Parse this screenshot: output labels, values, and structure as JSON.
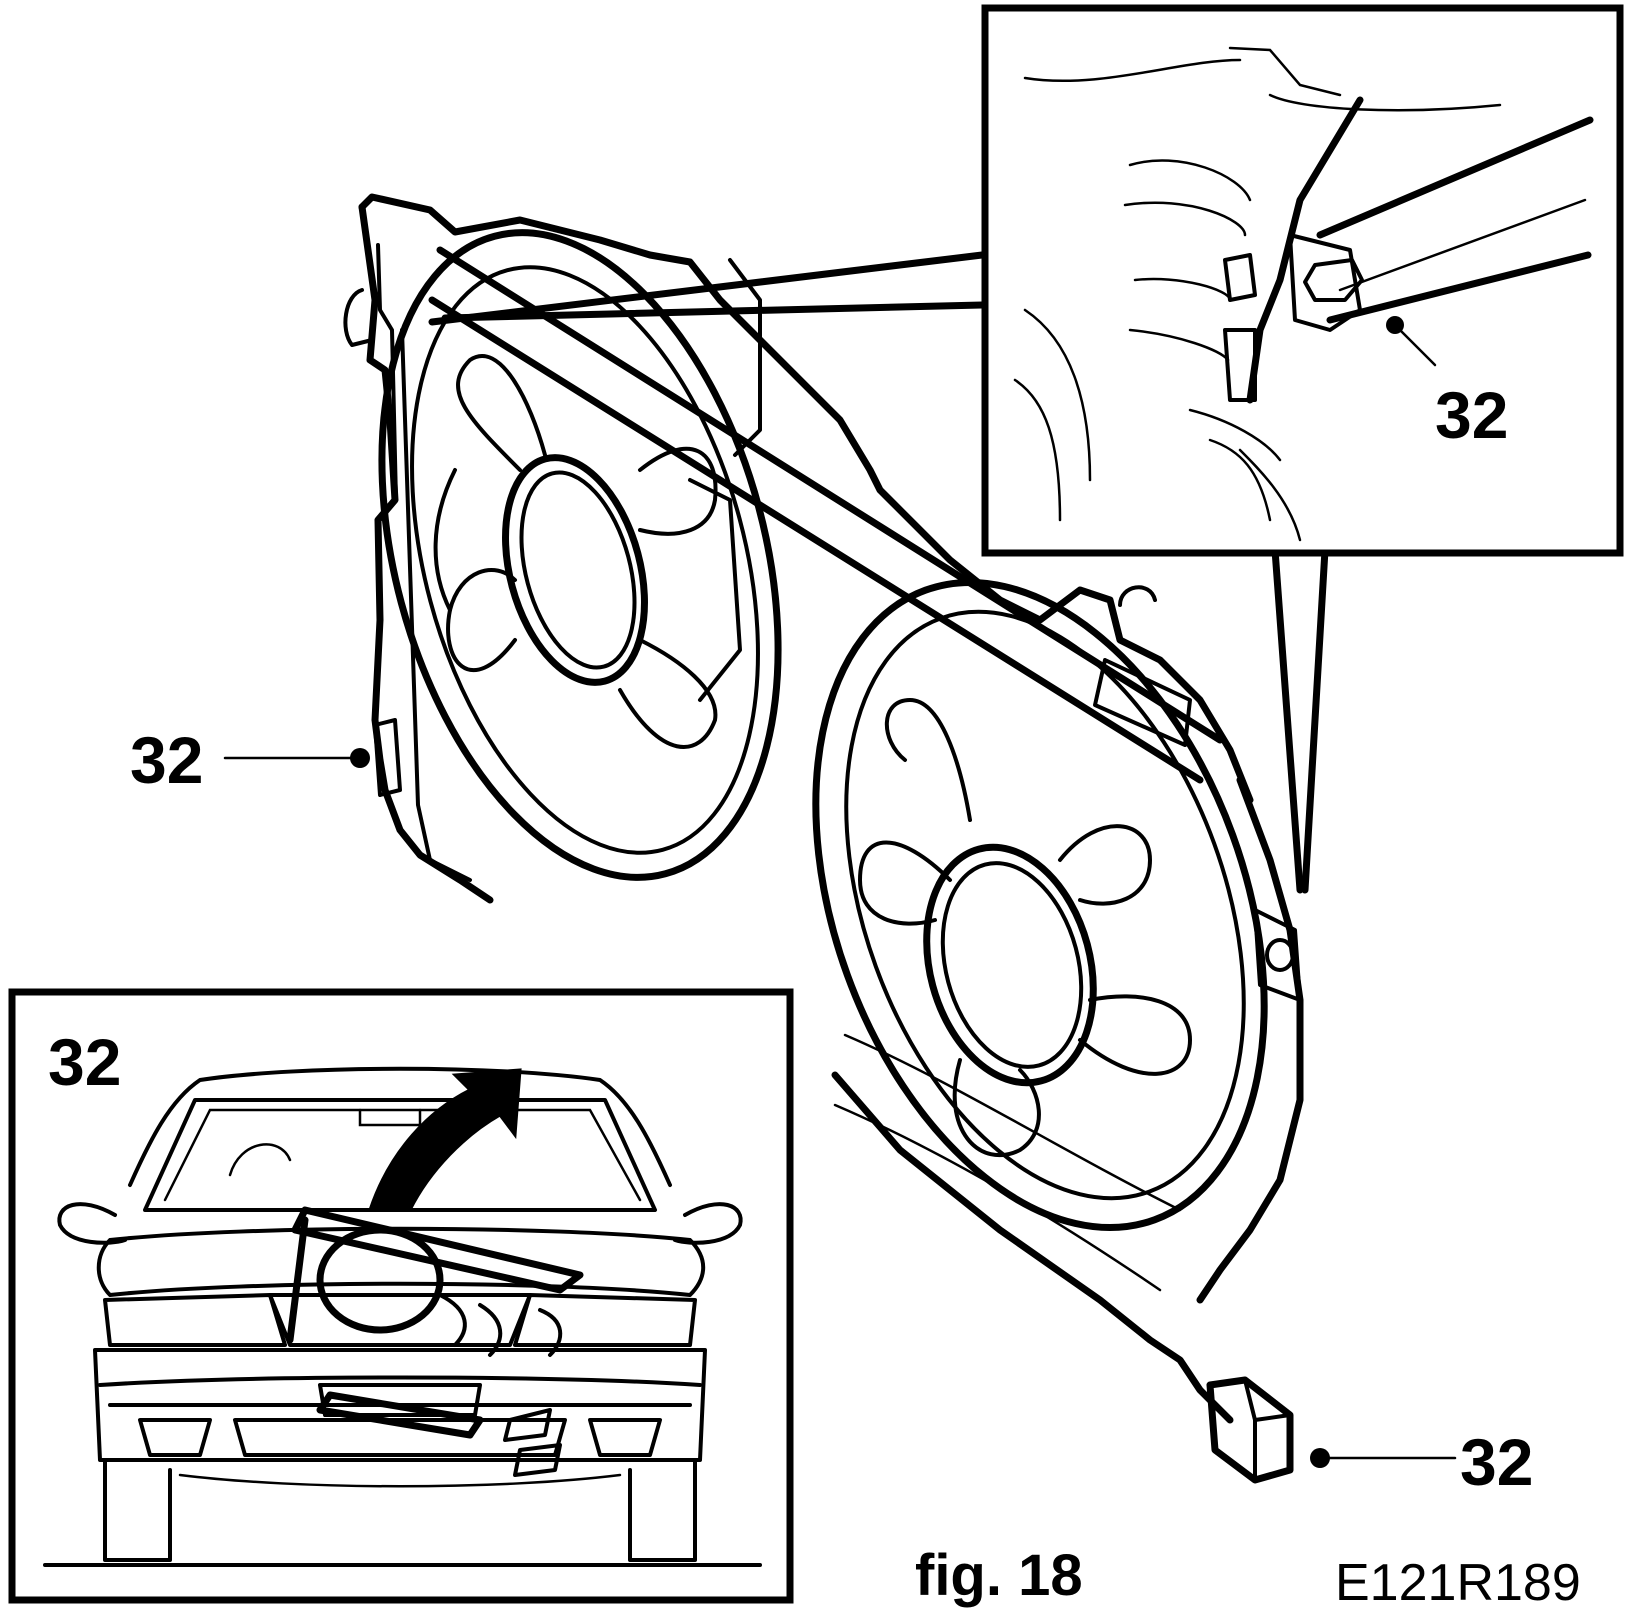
{
  "labels": {
    "left_callout": "32",
    "right_callout": "32",
    "inset_callout": "32",
    "bottom_panel_callout": "32",
    "figure_caption": "fig. 18",
    "reference_code": "E121R189"
  },
  "colors": {
    "ink": "#000000",
    "paper": "#ffffff"
  }
}
